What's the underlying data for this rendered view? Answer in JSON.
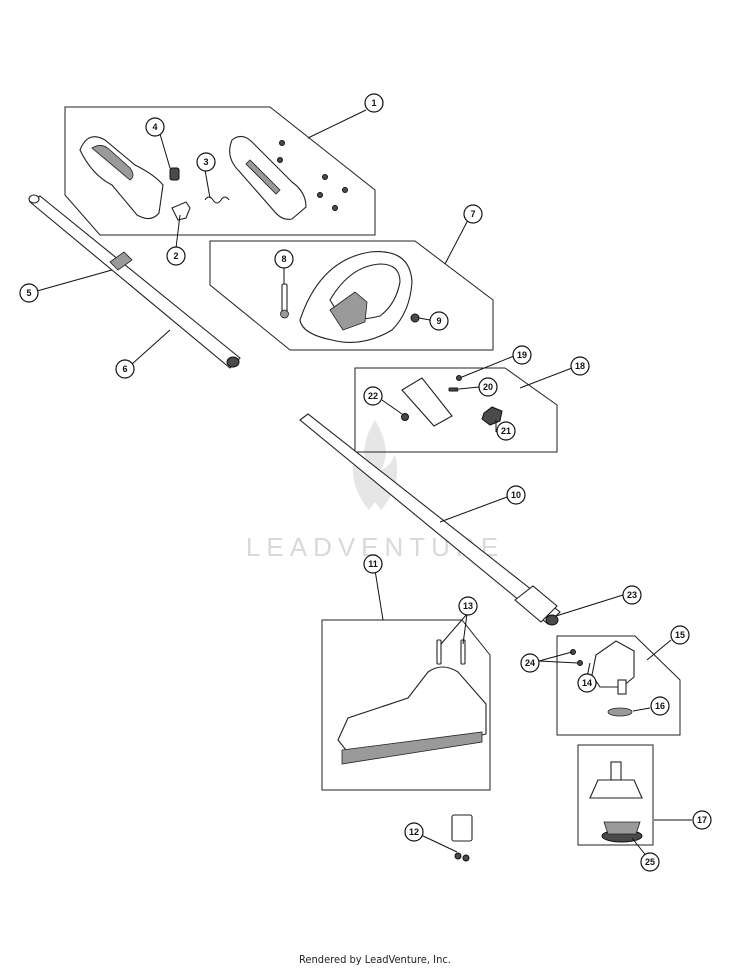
{
  "watermark": {
    "text": "LEADVENTURE"
  },
  "footer": {
    "credit": "Rendered by LeadVenture, Inc."
  },
  "callouts": [
    {
      "id": "1",
      "label": "1"
    },
    {
      "id": "2",
      "label": "2"
    },
    {
      "id": "3",
      "label": "3"
    },
    {
      "id": "4",
      "label": "4"
    },
    {
      "id": "5",
      "label": "5"
    },
    {
      "id": "6",
      "label": "6"
    },
    {
      "id": "7",
      "label": "7"
    },
    {
      "id": "8",
      "label": "8"
    },
    {
      "id": "9",
      "label": "9"
    },
    {
      "id": "10",
      "label": "10"
    },
    {
      "id": "11",
      "label": "11"
    },
    {
      "id": "12",
      "label": "12"
    },
    {
      "id": "13",
      "label": "13"
    },
    {
      "id": "14",
      "label": "14"
    },
    {
      "id": "15",
      "label": "15"
    },
    {
      "id": "16",
      "label": "16"
    },
    {
      "id": "17",
      "label": "17"
    },
    {
      "id": "18",
      "label": "18"
    },
    {
      "id": "19",
      "label": "19"
    },
    {
      "id": "20",
      "label": "20"
    },
    {
      "id": "21",
      "label": "21"
    },
    {
      "id": "22",
      "label": "22"
    },
    {
      "id": "23",
      "label": "23"
    },
    {
      "id": "24",
      "label": "24"
    },
    {
      "id": "25",
      "label": "25"
    }
  ]
}
